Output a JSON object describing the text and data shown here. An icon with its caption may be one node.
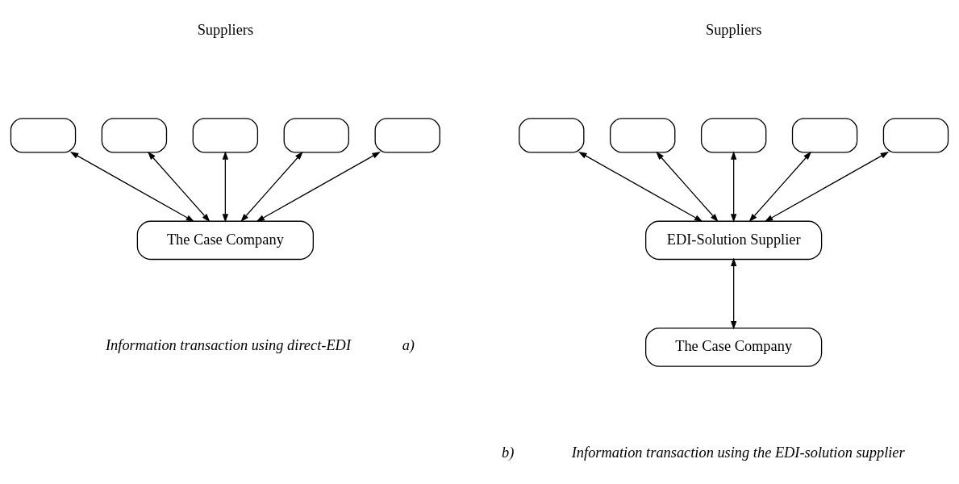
{
  "diagram": {
    "nodes": [
      {
        "text": [],
        "shape": "box"
      },
      {
        "text": [],
        "shape": "box"
      },
      {
        "text": [],
        "shape": "box"
      },
      {
        "text": [],
        "shape": "box"
      },
      {
        "text": [],
        "shape": "box"
      },
      {
        "text": [],
        "shape": "box"
      },
      {
        "text": [],
        "shape": "box"
      },
      {
        "text": [],
        "shape": "box"
      },
      {
        "text": [],
        "shape": "box"
      },
      {
        "text": [],
        "shape": "box"
      },
      {
        "text": [
          "EDI-Solution Supplier"
        ]
      },
      {
        "text": [
          "The Case Company"
        ]
      },
      {
        "text": [
          "The Case Company"
        ]
      }
    ],
    "edges": [
      {
        "from": 11,
        "to": 0,
        "arrow": "both"
      },
      {
        "from": 11,
        "to": 1,
        "arrow": "both"
      },
      {
        "from": 11,
        "to": 2,
        "arrow": "both"
      },
      {
        "from": 11,
        "to": 3,
        "arrow": "both"
      },
      {
        "from": 11,
        "to": 4,
        "arrow": "both"
      },
      {
        "from": 10,
        "to": 5,
        "arrow": "both"
      },
      {
        "from": 10,
        "to": 6,
        "arrow": "both"
      },
      {
        "from": 10,
        "to": 7,
        "arrow": "both"
      },
      {
        "from": 10,
        "to": 8,
        "arrow": "both"
      },
      {
        "from": 10,
        "to": 9,
        "arrow": "both"
      },
      {
        "from": 12,
        "to": 10,
        "arrow": "both"
      }
    ],
    "labels": [
      "Suppliers",
      "Suppliers",
      "a)",
      "Information transaction using direct-EDI",
      "b)",
      "Information transaction using the EDI-solution supplier"
    ]
  }
}
